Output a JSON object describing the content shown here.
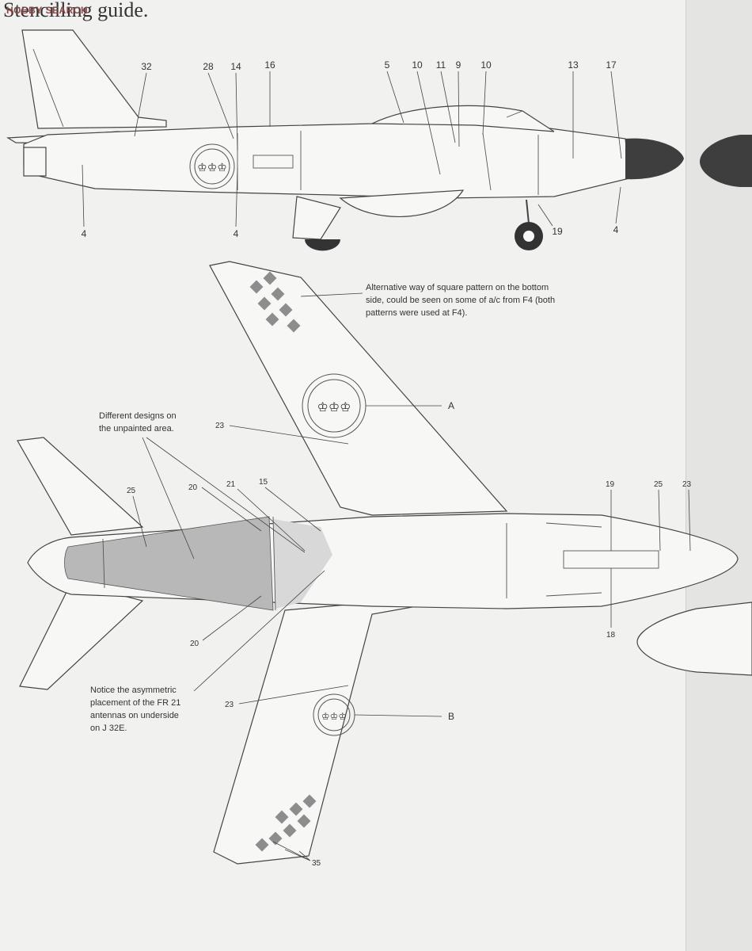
{
  "header": {
    "title": "Stencilling guide.",
    "watermark": "HOBBY SEARCH"
  },
  "side_view": {
    "callouts_top": [
      "32",
      "28",
      "14",
      "16",
      "5",
      "10",
      "11",
      "9",
      "10",
      "13",
      "17"
    ],
    "callouts_bottom": [
      "4",
      "4",
      "19",
      "4"
    ]
  },
  "bottom_view": {
    "notes": {
      "alt_pattern_1": "Alternative way of square pattern on the bottom",
      "alt_pattern_2": "side, could be seen on some of a/c from F4 (both",
      "alt_pattern_3": "patterns were used at F4).",
      "designs_1": "Different designs on",
      "designs_2": "the unpainted area.",
      "asym_1": "Notice the asymmetric",
      "asym_2": "placement of the FR 21",
      "asym_3": "antennas on underside",
      "asym_4": "on J 32E."
    },
    "callouts": {
      "A": "A",
      "B": "B",
      "n23_top": "23",
      "n25_tail": "25",
      "n20_top": "20",
      "n21": "21",
      "n15": "15",
      "n20_bottom": "20",
      "n23_bottom": "23",
      "n19": "19",
      "n25_nose": "25",
      "n23_nose": "23",
      "n18": "18",
      "n35": "35"
    }
  }
}
